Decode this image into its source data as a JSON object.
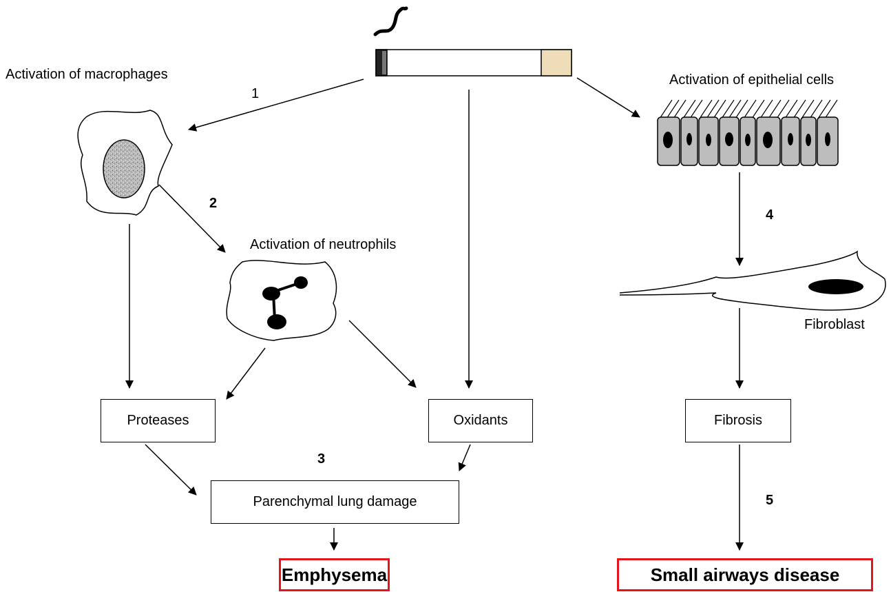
{
  "labels": {
    "macrophages": "Activation of macrophages",
    "neutrophils": "Activation of neutrophils",
    "epithelial": "Activation of epithelial cells",
    "fibroblast": "Fibroblast"
  },
  "steps": [
    "1",
    "2",
    "3",
    "4",
    "5"
  ],
  "boxes": {
    "proteases": "Proteases",
    "oxidants": "Oxidants",
    "fibrosis": "Fibrosis",
    "parenchymal": "Parenchymal lung damage"
  },
  "outcomes": {
    "emphysema": "Emphysema",
    "small_airways": "Small airways disease"
  },
  "colors": {
    "outcome_border": "#e3151a",
    "cell_fill": "#bdbdbd",
    "filter_fill": "#efdcb8"
  }
}
